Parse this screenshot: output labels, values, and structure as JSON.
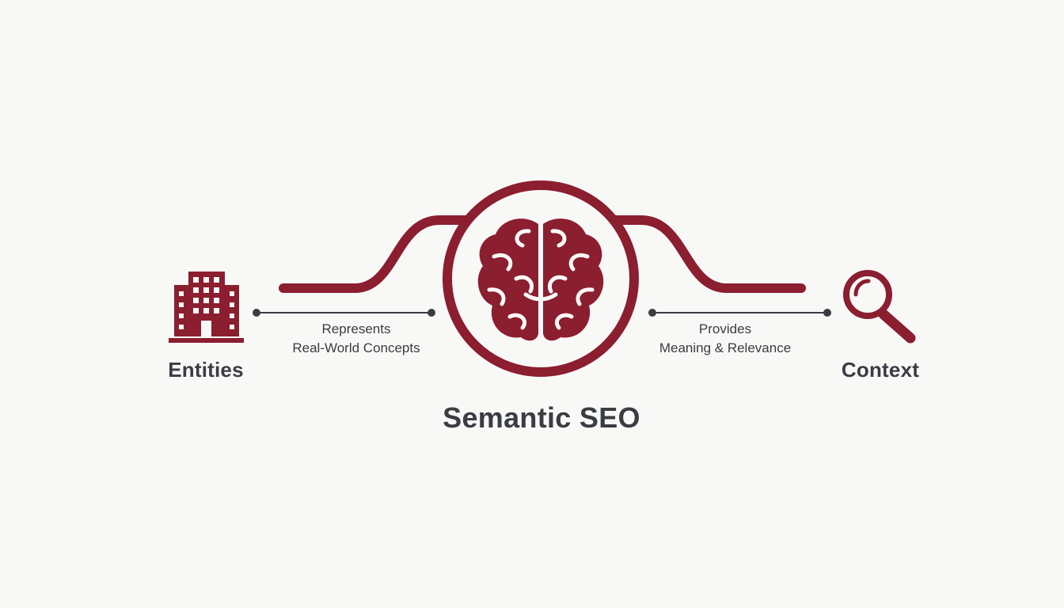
{
  "colors": {
    "accent": "#8b1e2f",
    "text": "#3a3d42",
    "line": "#3a3d42",
    "background": "#f8f8f7"
  },
  "diagram": {
    "left_node": {
      "label": "Entities",
      "icon": "office-building-icon"
    },
    "center_node": {
      "label": "Semantic SEO",
      "icon": "brain-icon"
    },
    "right_node": {
      "label": "Context",
      "icon": "magnifying-glass-icon"
    },
    "left_connector": {
      "line1": "Represents",
      "line2": "Real-World Concepts"
    },
    "right_connector": {
      "line1": "Provides",
      "line2": "Meaning & Relevance"
    }
  }
}
